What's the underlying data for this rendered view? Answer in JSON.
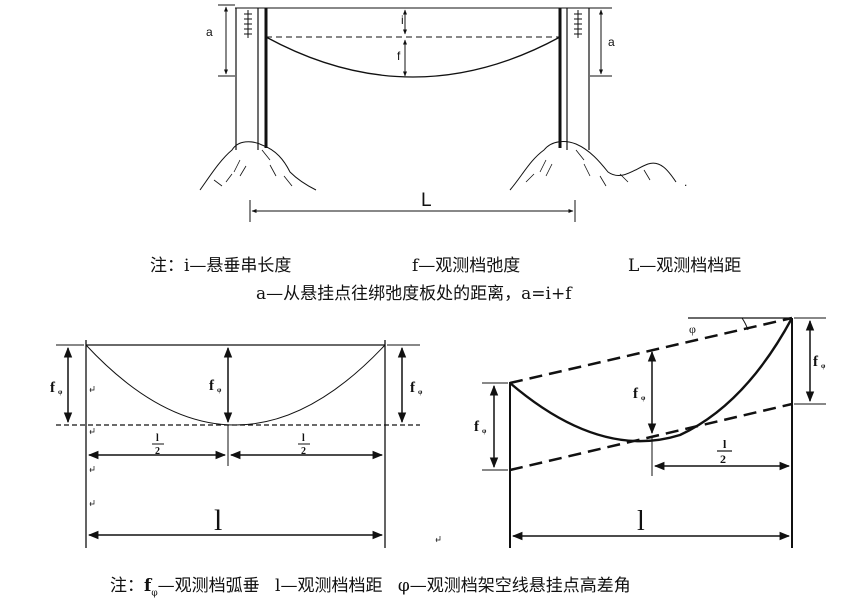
{
  "figure1": {
    "labels": {
      "a_left": "a",
      "a_right": "a",
      "i": "i",
      "f": "f",
      "L": "L",
      "dot": "."
    },
    "legend": {
      "i_item": "注：i—悬垂串长度",
      "f_item": "f—观测档弛度",
      "L_item": "L—观测档档距",
      "a_item": "a—从悬挂点往绑弛度板处的距离，a=i+f"
    }
  },
  "figure2": {
    "labels": {
      "f_left": "f",
      "f_left_sub": "φ",
      "f_mid": "f",
      "f_mid_sub": "φ",
      "f_right": "f",
      "f_right_sub": "φ",
      "half_num": "l",
      "half_den": "2",
      "span": "l"
    }
  },
  "figure3": {
    "labels": {
      "angle": "φ",
      "f_left": "f",
      "f_left_sub": "φ",
      "f_mid": "f",
      "f_mid_sub": "φ",
      "f_right": "f",
      "f_right_sub": "φ",
      "half_num": "l",
      "half_den": "2",
      "span": "l"
    }
  },
  "caption2": {
    "prefix": "注：",
    "f_sym": "f",
    "f_sub": "φ",
    "f_text": "—观测档弧垂",
    "l_item": "l—观测档档距",
    "phi_sym": "φ",
    "phi_text": "—观测档架空线悬挂点高差角"
  },
  "colors": {
    "line": "#111111",
    "text": "#111111",
    "background": "#ffffff"
  }
}
